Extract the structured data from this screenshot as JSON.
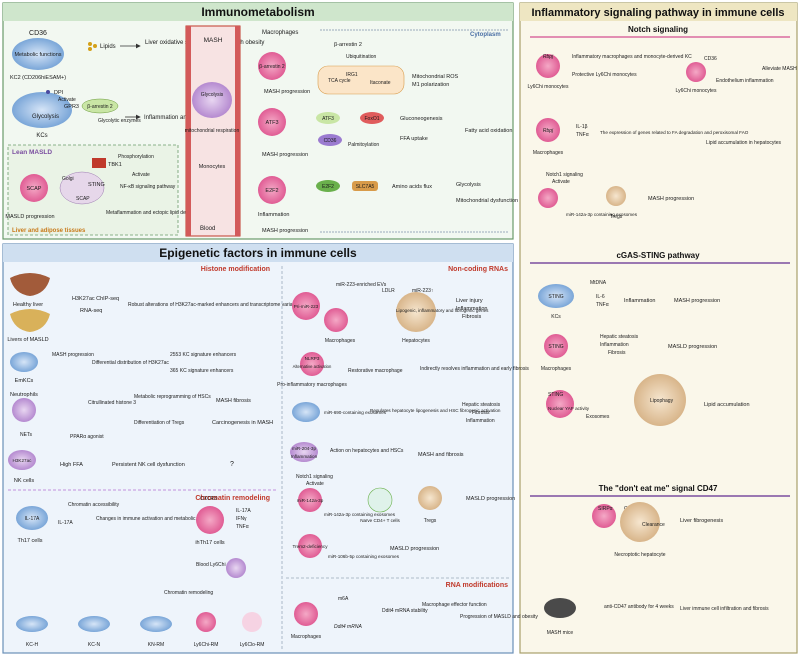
{
  "panels": {
    "immunometabolism": {
      "title": "Immunometabolism",
      "cd36": "CD36",
      "metabolic_functions": "Metabolic functions",
      "lipids": "Lipids",
      "liver_stress": "Liver oxidative stress associated with obesity",
      "kc2": "KC2 (CD206hiESAM+)",
      "dpi": "DPI",
      "activate": "Activate",
      "gpr3": "GPR3",
      "beta_arrestin2": "β-arrestin 2",
      "glycolysis": "Glycolysis",
      "glycolytic_enzymes": "Glycolytic enzymes",
      "inflammation_masld": "Inflammation and MASLD",
      "kcs": "KCs",
      "lean_masld": "Lean MASLD",
      "phosphorylation": "Phosphorylation",
      "tbk1": "TBK1",
      "activate2": "Activate",
      "scap": "SCAP",
      "golgi": "Golgi",
      "sting": "STING",
      "scap2": "SCAP",
      "nfkb": "NF-κB signaling pathway",
      "masld_progression": "MASLD progression",
      "metaflammation": "Metaflammation and ectopic lipid deposition",
      "liver_adipose": "Liver and adipose tissues",
      "mash_label": "MASH",
      "glycolysis2": "Glycolysis",
      "mito_resp": "mitochondrial respiration",
      "monocytes": "Monocytes",
      "blood": "Blood",
      "macrophages": "Macrophages",
      "cytoplasm": "Cytoplasm",
      "beta_arrestin2_b": "β-arrestin 2",
      "ubiquitination": "Ubiquitination",
      "tca": "TCA cycle",
      "irg1": "IRG1",
      "itaconate": "Itaconate",
      "mito_ros": "Mitochondrial ROS",
      "m1_pol": "M1 polarization",
      "mash_progression1": "MASH progression",
      "atf3": "ATF3",
      "atf3_b": "ATF3",
      "foxo1": "FoxO1",
      "gluconeogenesis": "Gluconeogenesis",
      "cd36_b": "CD36",
      "palmitoylation": "Palmitoylation",
      "ffa_uptake": "FFA uptake",
      "fatty_acid_ox": "Fatty acid oxidation",
      "mash_progression2": "MASH progression",
      "e2f2": "E2F2",
      "e2f2_b": "E2F2",
      "slc7a5": "SLC7A5",
      "amino_flux": "Amino acids flux",
      "glycolysis3": "Glycolysis",
      "mito_dys": "Mitochondrial dysfunction",
      "inflammation1": "Inflammation",
      "mash_progression3": "MASH progression",
      "beta_arrestin2_label": "β-arrestin 2"
    },
    "inflammatory": {
      "title": "Inflammatory signaling pathway in immune cells",
      "notch_title": "Notch signaling",
      "rbpj": "Rbpj",
      "ly6c_mono": "Ly6Chi monocytes",
      "infl_macro": "Inflammatory macrophages and monocyte-derived KC",
      "protective": "Protective Ly6Chi monocytes",
      "cd36": "CD36",
      "ly6c_mono2": "Ly6Chi monocytes",
      "endothelium": "Endothelium inflammation",
      "alleviate": "Alleviate MASH",
      "rbpj2": "Rbpj",
      "il1b": "IL-1β",
      "tnfa": "TNFα",
      "expression_genes": "The expression of genes related to FA degradation and peroxisomal FAO",
      "lipid_acc": "Lipid accumulation in hepatocytes",
      "macrophages": "Macrophages",
      "notch1": "Notch1 signaling",
      "activate": "Activate",
      "mir142": "miR-142a-3p containing exosomes",
      "tregs": "Tregs",
      "mash_prog": "MASH progression",
      "cgas_title": "cGAS-STING pathway",
      "mtdna": "MtDNA",
      "sting": "STING",
      "il6": "IL-6",
      "tnfa2": "TNFα",
      "inflammation": "Inflammation",
      "mash_prog2": "MASH progression",
      "kcs": "KCs",
      "sting2": "STING",
      "hep_steatosis": "Hepatic steatosis",
      "inflammation2": "Inflammation",
      "fibrosis": "Fibrosis",
      "masld_prog": "MASLD progression",
      "macrophages2": "Macrophages",
      "sting3": "STING",
      "nuclear_yap": "Nuclear YAP activity",
      "exosomes": "Exosomes",
      "lipophagy": "Lipophagy",
      "lipid_acc2": "Lipid accumulation",
      "cd47_title": "The \"don't eat me\" signal CD47",
      "sirpa": "SIRPα",
      "cd47": "CD47",
      "clearance": "Clearance",
      "liver_fib": "Liver fibrogenesis",
      "necroptotic": "Necroptotic hepatocyte",
      "anti_cd47": "anti-CD47 antibody for 4 weeks",
      "liver_immune": "Liver immune cell infiltration and fibrosis",
      "mash_mice": "MASH mice"
    },
    "epigenetic": {
      "title": "Epigenetic factors in immune cells",
      "histone_title": "Histone modification",
      "healthy_liver": "Healthy liver",
      "livers_masld": "Livers of MASLD",
      "h3k27ac_chip": "H3K27ac ChIP-seq",
      "rnaseq": "RNA-seq",
      "robust": "Robust alterations of H3K27ac-marked enhancers and transcriptome variations",
      "mash_progression": "MASH progression",
      "diff_dist": "Differential distribution of H3K27ac",
      "kc_2553": "2553 KC signature enhancers",
      "kc_365": "365 KC signature enhancers",
      "emkcs": "EmKCs",
      "neutrophils": "Neutrophils",
      "citrullinated": "Citrullinated histone 3",
      "metabolic_reprog": "Metabolic reprogramming of HSCs",
      "mash_fibrosis": "MASH fibrosis",
      "diff_tregs": "Differentiation of Tregs",
      "carcinogenesis": "Carcinogenesis in MASH",
      "nets": "NETs",
      "ppar_agonist": "PPARα agonist",
      "h3k27ac": "H3K27ac",
      "high_ffa": "High FFA",
      "persistent_nk": "Persistent NK cell dysfunction",
      "question": "?",
      "nk_cells": "NK cells",
      "chromatin_title": "Chromatin remodeling",
      "il17a": "IL-17A",
      "il17a_2": "IL-17A",
      "chromatin_access": "Chromatin accessibility",
      "changes_immune": "Changes in immune activation and metabolic pathways",
      "cxcr3": "CXCR3",
      "ihth17": "ihTh17 cells",
      "il17a_3": "IL-17A",
      "ifng": "IFNγ",
      "tnfa": "TNFα",
      "th17": "Th17 cells",
      "blood_ly6c": "Blood Ly6Chi",
      "chrom_remodel": "Chromatin remodeling",
      "kc_h": "KC-H",
      "kc_n": "KC-N",
      "kn_rm": "KN-RM",
      "ly6c_hi_rm": "Ly6Chi-RM",
      "ly6c_lo_rm": "Ly6Clo-RM",
      "noncoding_title": "Non-coding RNAs",
      "mir223_evs": "miR-223-enriched EVs",
      "ldlr": "LDLR",
      "mir223": "miR-223↑",
      "lipogenic": "Lipogenic, inflammatory and fibrogenic genes",
      "liver_injury": "Liver injury",
      "inflammation_a": "Inflammation",
      "fibrosis_a": "Fibrosis",
      "pri_mir223": "Pri-miR-223",
      "macrophages_a": "Macrophages",
      "hepatocytes": "Hepatocytes",
      "nlrp3": "NLRP3",
      "alt_activation": "Alternative activation",
      "restorative": "Restorative macrophage",
      "indirectly": "Indirectly resolves inflammation and early fibrosis",
      "pro_infl": "Pro-inflammatory macrophages",
      "mir690": "miR-690-containing exosomes",
      "regulates_hep": "Regulates hepatocyte lipogenesis and HSC fibrogenic activation",
      "hep_steatosis": "Hepatic steatosis",
      "fibrosis_b": "Fibrosis",
      "inflammation_b": "Inflammation",
      "mir204": "miR-204-3p",
      "inflammation_c": "Inflammation",
      "action_hep": "Action on hepatocytes and HSCs",
      "mash_fibrosis2": "MASH and fibrosis",
      "notch1": "Notch1 signaling",
      "activate": "Activate",
      "mir142": "miR-142a-3p",
      "mir142_exo": "miR-142a-3p containing exosomes",
      "naive_cd4": "Naïve CD4+ T cells",
      "tregs": "Tregs",
      "masld_prog": "MASLD progression",
      "trem2": "Trem2-deficiency",
      "mir106": "miR-106b-5p containing exosomes",
      "masld_prog2": "MASLD progression",
      "rna_mod_title": "RNA modifications",
      "m6a": "m6A",
      "ddit4": "Ddit4 mRNA stability",
      "ddit4_mrna": "Ddit4 mRNA",
      "macro_effector": "Macrophage effector function",
      "progression": "Progression of MASLD and obesity",
      "macrophages_b": "Macrophages"
    }
  }
}
